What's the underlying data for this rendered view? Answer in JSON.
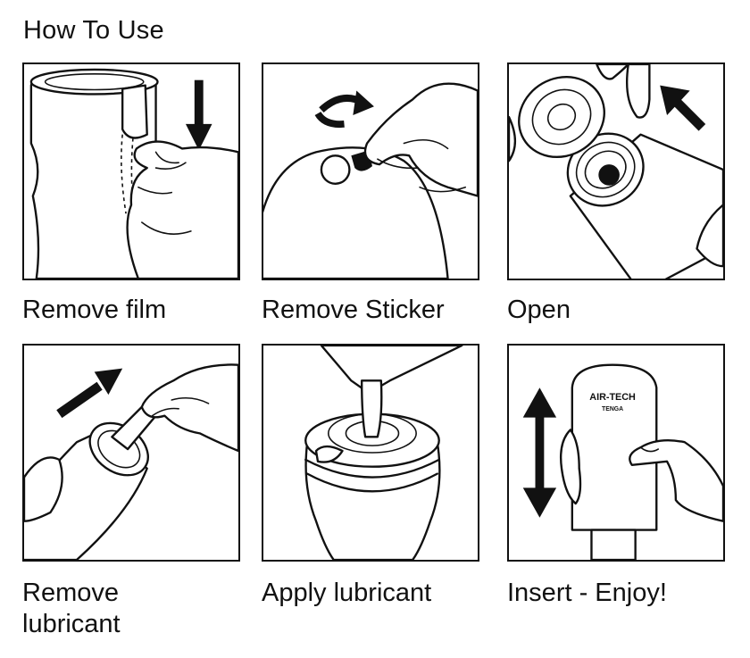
{
  "heading": "How To Use",
  "steps": [
    {
      "caption": "Remove film"
    },
    {
      "caption": "Remove Sticker"
    },
    {
      "caption": "Open"
    },
    {
      "caption": "Remove\nlubricant"
    },
    {
      "caption": "Apply lubricant"
    },
    {
      "caption": "Insert - Enjoy!"
    }
  ],
  "product_label": {
    "brand": "AIR-TECH",
    "sub": "TENGA"
  },
  "colors": {
    "ink": "#111111",
    "background": "#ffffff"
  },
  "icons": [
    "down-arrow-icon",
    "rotate-arrow-icon",
    "diagonal-arrow-icon",
    "double-arrow-icon"
  ]
}
